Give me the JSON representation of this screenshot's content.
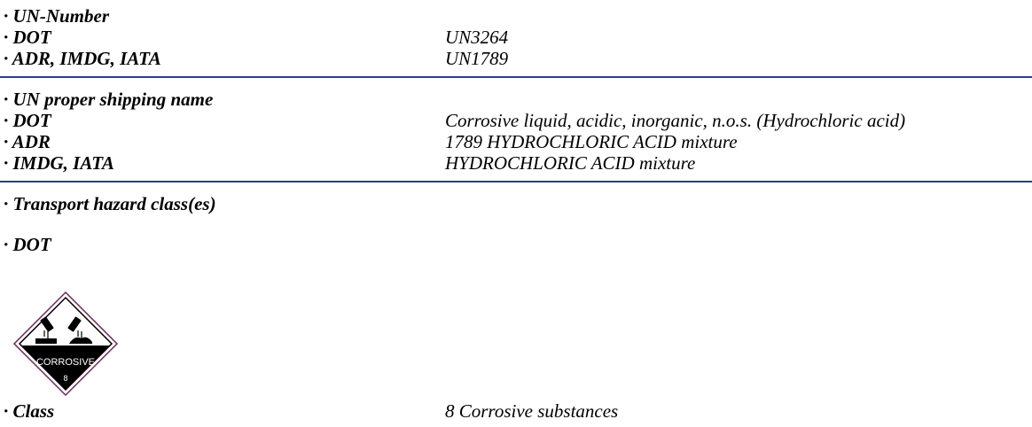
{
  "un_number": {
    "heading": "· UN-Number",
    "rows": [
      {
        "label": "· DOT",
        "value": "UN3264"
      },
      {
        "label": "· ADR, IMDG, IATA",
        "value": "UN1789"
      }
    ]
  },
  "shipping_name": {
    "heading": "· UN proper shipping name",
    "rows": [
      {
        "label": "· DOT",
        "value": "Corrosive liquid, acidic, inorganic, n.o.s. (Hydrochloric acid)"
      },
      {
        "label": "· ADR",
        "value": "1789 HYDROCHLORIC ACID mixture"
      },
      {
        "label": "· IMDG, IATA",
        "value": "HYDROCHLORIC ACID mixture"
      }
    ]
  },
  "hazard_class": {
    "heading": "· Transport hazard class(es)",
    "dot_label": "· DOT",
    "placard": {
      "text": "CORROSIVE",
      "number": "8",
      "icon": "corrosive-hazard-icon"
    },
    "class_label": "· Class",
    "class_value": "8 Corrosive substances"
  },
  "colors": {
    "rule": "#2f3a8f",
    "text": "#000000"
  }
}
